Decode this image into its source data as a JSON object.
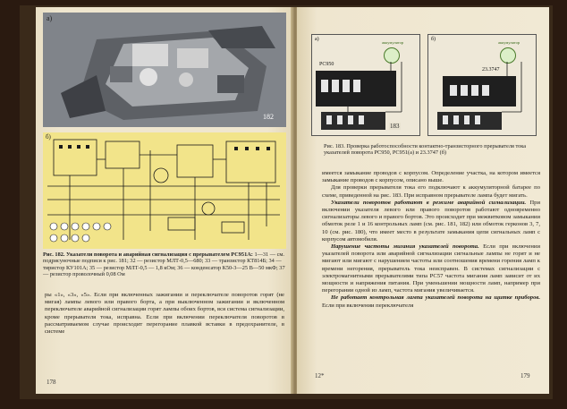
{
  "left_page": {
    "fig_a_label": "a)",
    "fig_b_label": "б)",
    "fig_number_tag": "182",
    "caption_title": "Рис. 182. Указатели поворота и аварийная сигнализация с прерывателем РС951А:",
    "caption_body": "1—31 — см. подрисуночные подписи к рис. 181; 32 — резистор МЛТ-0,5—680; 33 — транзистор КТ814Б; 34 — тиристор КУ101А; 35 — резистор МЛТ-0,5 — 1,8 кОм; 36 — конденсатор К50-3—25 В—50 мкФ; 37 — резистор проволочный 0,08 Ом",
    "body": "ры «1», «3», «5». Если при включенных зажигании и переключателе поворотов горят (не мигая) лампы левого или правого борта, а при выключенном зажигании и включенном переключателе аварийной сигнализации горят лампы обоих бортов, вся система сигнализации, кроме прерывателя тока, исправна. Если при включении переключателя поворотов в рассматриваемом случае происходит перегорание плавкой вставки в предохранителе, в системе",
    "page_number": "178"
  },
  "right_page": {
    "fig_a_label": "a)",
    "fig_b_label": "б)",
    "device_a_label": "РС950",
    "device_b_label": "23.3747",
    "battery_label": "аккумулятор",
    "fig_tag": "183",
    "caption": "Рис. 183. Проверка работоспособности контактно-транзисторного прерывателя тока указателей поворота РС950, РС951(а) и 23.3747 (б)",
    "para1": "имеется замыкание проводов с корпусом. Определение участка, на котором имеется замыкание проводов с корпусом, описано выше.",
    "para2": "Для проверки прерывателя тока его подключают к аккумуляторной батарее по схеме, приведенной на рис. 183. При исправном прерывателе лампа будет мигать.",
    "para3_lead": "Указатели поворотов работают в режиме аварийной сигнализации.",
    "para3": "При включении указателя левого или правого поворотов работают одновременно сигнализаторы левого и правого бортов. Это происходит при межвитковом замыкании обмоток реле 1 и 16 контрольных ламп (см. рис. 181, 182) или обмоток герконов 3, 7, 10 (см. рис. 180), что имеет место в результате замыкания цепи сигнальных ламп с корпусом автомобиля.",
    "para4_lead": "Нарушение частоты мигания указателей поворота.",
    "para4": "Если при включении указателей поворота или аварийной сигнализации сигнальные лампы не горят и не мигают или мигают с нарушением частоты или соотношения времени горения ламп к времени негорения, прерыватель тока неисправен. В системах сигнализации с электромагнитными прерывателями типа РС57 частота мигания ламп зависит от их мощности и напряжения питания. При уменьшении мощности ламп, например при перегорании одной из ламп, частота мигания увеличивается.",
    "para5_lead": "Не работает контрольная лампа указателей поворота на щитке приборов.",
    "para5": "Если при включении переключателя",
    "footer_mark": "12*",
    "page_number": "179"
  },
  "colors": {
    "page": "#efe6cf",
    "circuit_bg": "#f2e48a",
    "wire": "#1a1a1a"
  }
}
